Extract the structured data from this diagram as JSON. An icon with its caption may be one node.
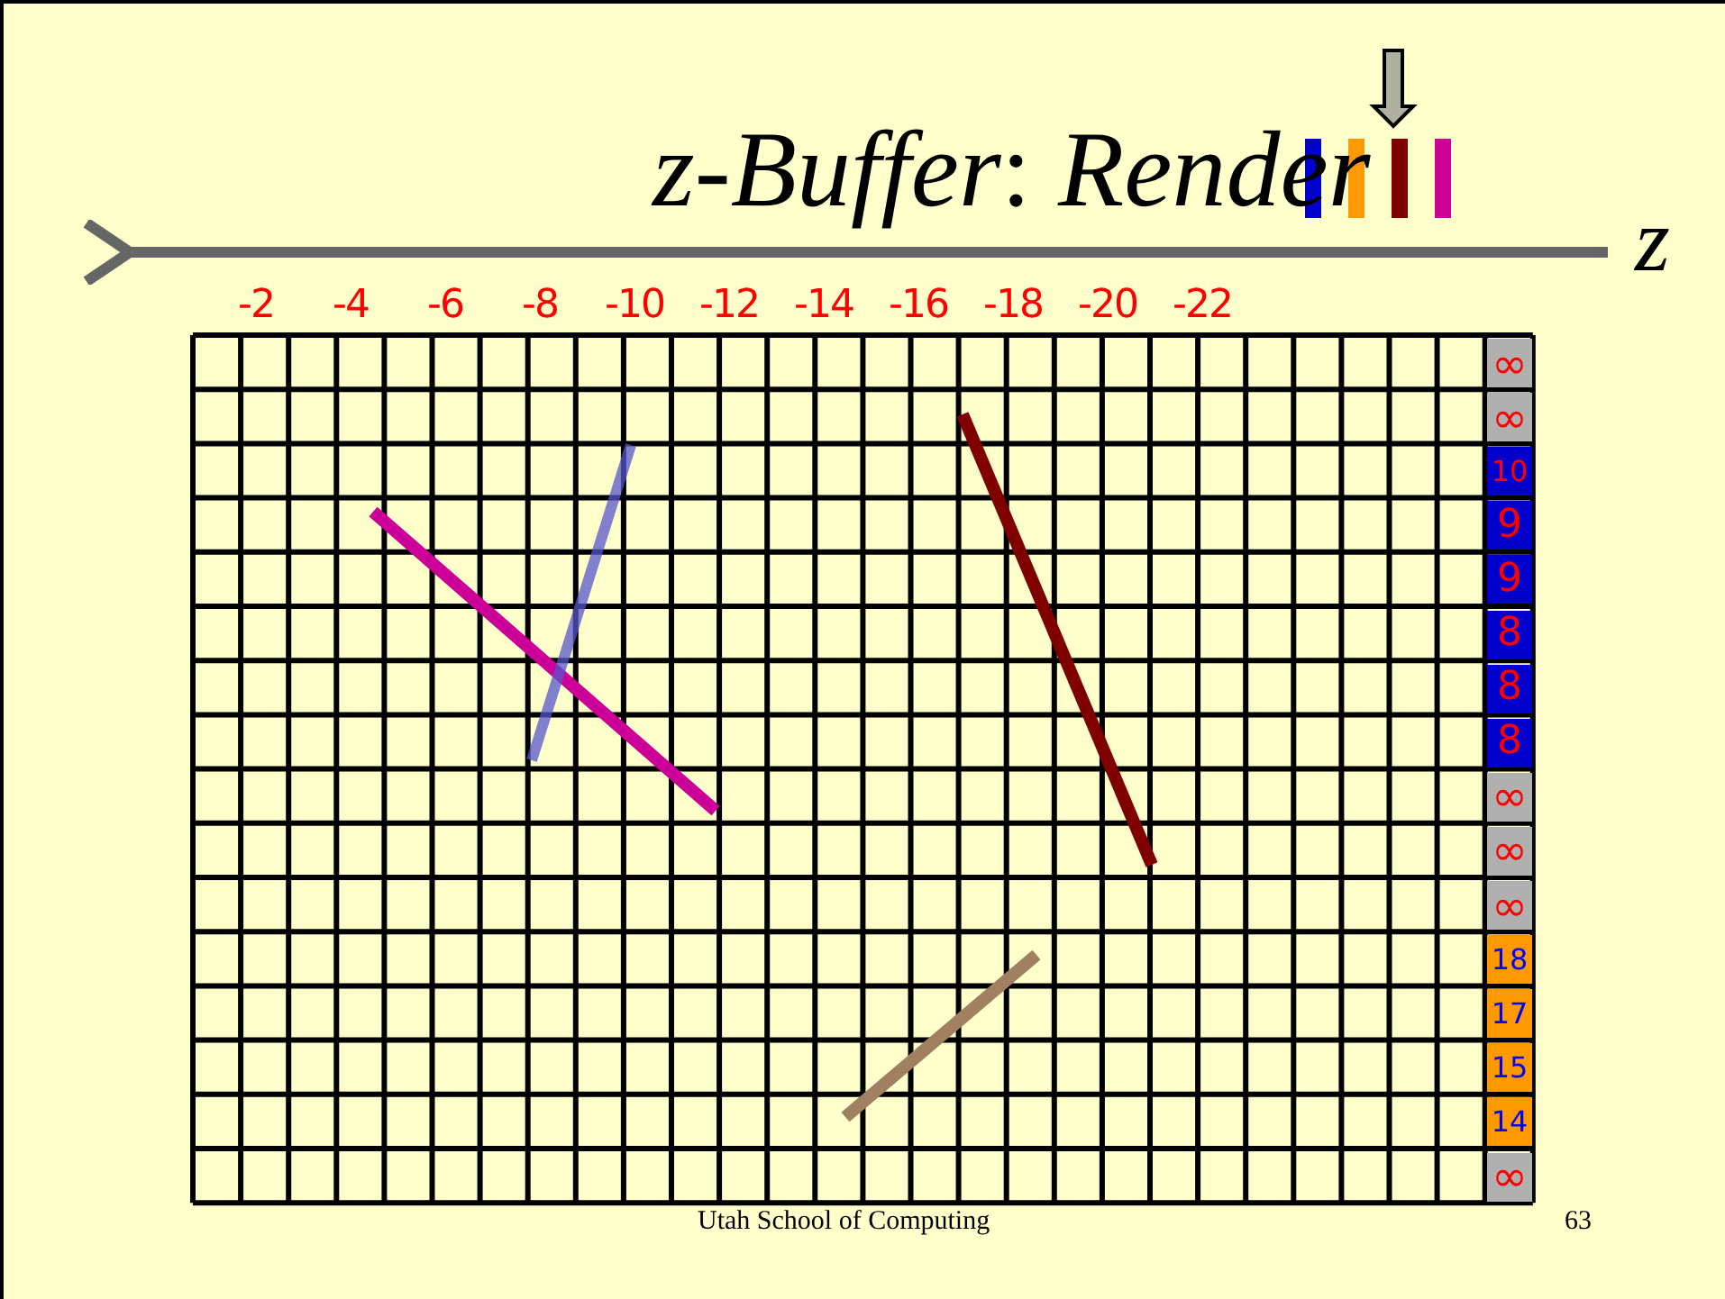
{
  "diagram": {
    "title": "*z-Buffer*: *Render*",
    "labels": [
      "z",
      "-2",
      "-4",
      "-6",
      "-8",
      "-10",
      "-12",
      "-14",
      "-16",
      "-18",
      "-20",
      "-22",
      "∞",
      "∞",
      "10",
      "9",
      "9",
      "8",
      "8",
      "8",
      "∞",
      "∞",
      "∞",
      "18",
      "17",
      "15",
      "14",
      "∞",
      "Utah School of Computing",
      "63"
    ]
  }
}
